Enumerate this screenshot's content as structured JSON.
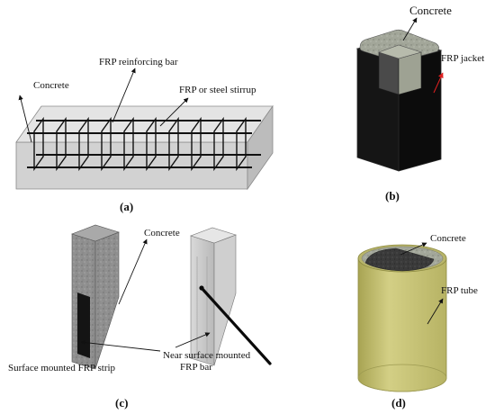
{
  "panels": {
    "a": {
      "caption": "(a)",
      "labels": {
        "concrete": "Concrete",
        "bar": "FRP reinforcing bar",
        "stirrup": "FRP or steel stirrup"
      }
    },
    "b": {
      "caption": "(b)",
      "labels": {
        "concrete": "Concrete",
        "jacket": "FRP jacket"
      }
    },
    "c": {
      "caption": "(c)",
      "labels": {
        "concrete": "Concrete",
        "strip": "Surface mounted FRP strip",
        "nsm_line1": "Near surface mounted",
        "nsm_line2": "FRP bar"
      }
    },
    "d": {
      "caption": "(d)",
      "labels": {
        "concrete": "Concrete",
        "tube": "FRP tube"
      }
    }
  },
  "colors": {
    "concrete": "#cfcfcf",
    "concrete_top": "#e2e2e2",
    "concrete_textured": "#8e8e8e",
    "frp_black": "#141414",
    "frp_tube": "#c9c675",
    "jacket_arrow": "#e02020"
  }
}
